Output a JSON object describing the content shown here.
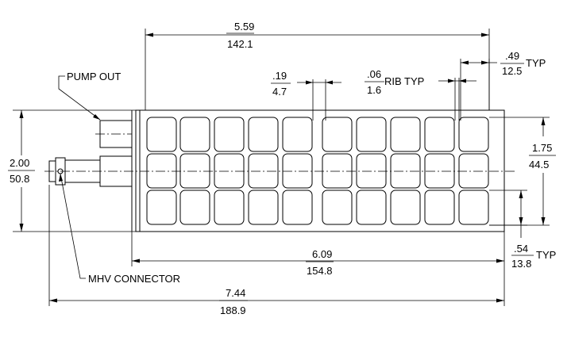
{
  "labels": {
    "pump_out": "PUMP OUT",
    "mhv_connector": "MHV CONNECTOR",
    "rib_typ_suffix": "RIB TYP",
    "typ": "TYP"
  },
  "dimensions": {
    "overall_body_length": {
      "in": "5.59",
      "mm": "142.1"
    },
    "cell_width": {
      "in": ".19",
      "mm": "4.7"
    },
    "rib_thickness": {
      "in": ".06",
      "mm": "1.6"
    },
    "end_wall": {
      "in": ".49",
      "mm": "12.5"
    },
    "overall_height": {
      "in": "2.00",
      "mm": "50.8"
    },
    "inner_height": {
      "in": "1.75",
      "mm": "44.5"
    },
    "pocket_height": {
      "in": ".54",
      "mm": "13.8"
    },
    "flange_to_end_length": {
      "in": "6.09",
      "mm": "154.8"
    },
    "overall_length": {
      "in": "7.44",
      "mm": "188.9"
    }
  },
  "grid": {
    "rows": 3,
    "columns": 10
  }
}
